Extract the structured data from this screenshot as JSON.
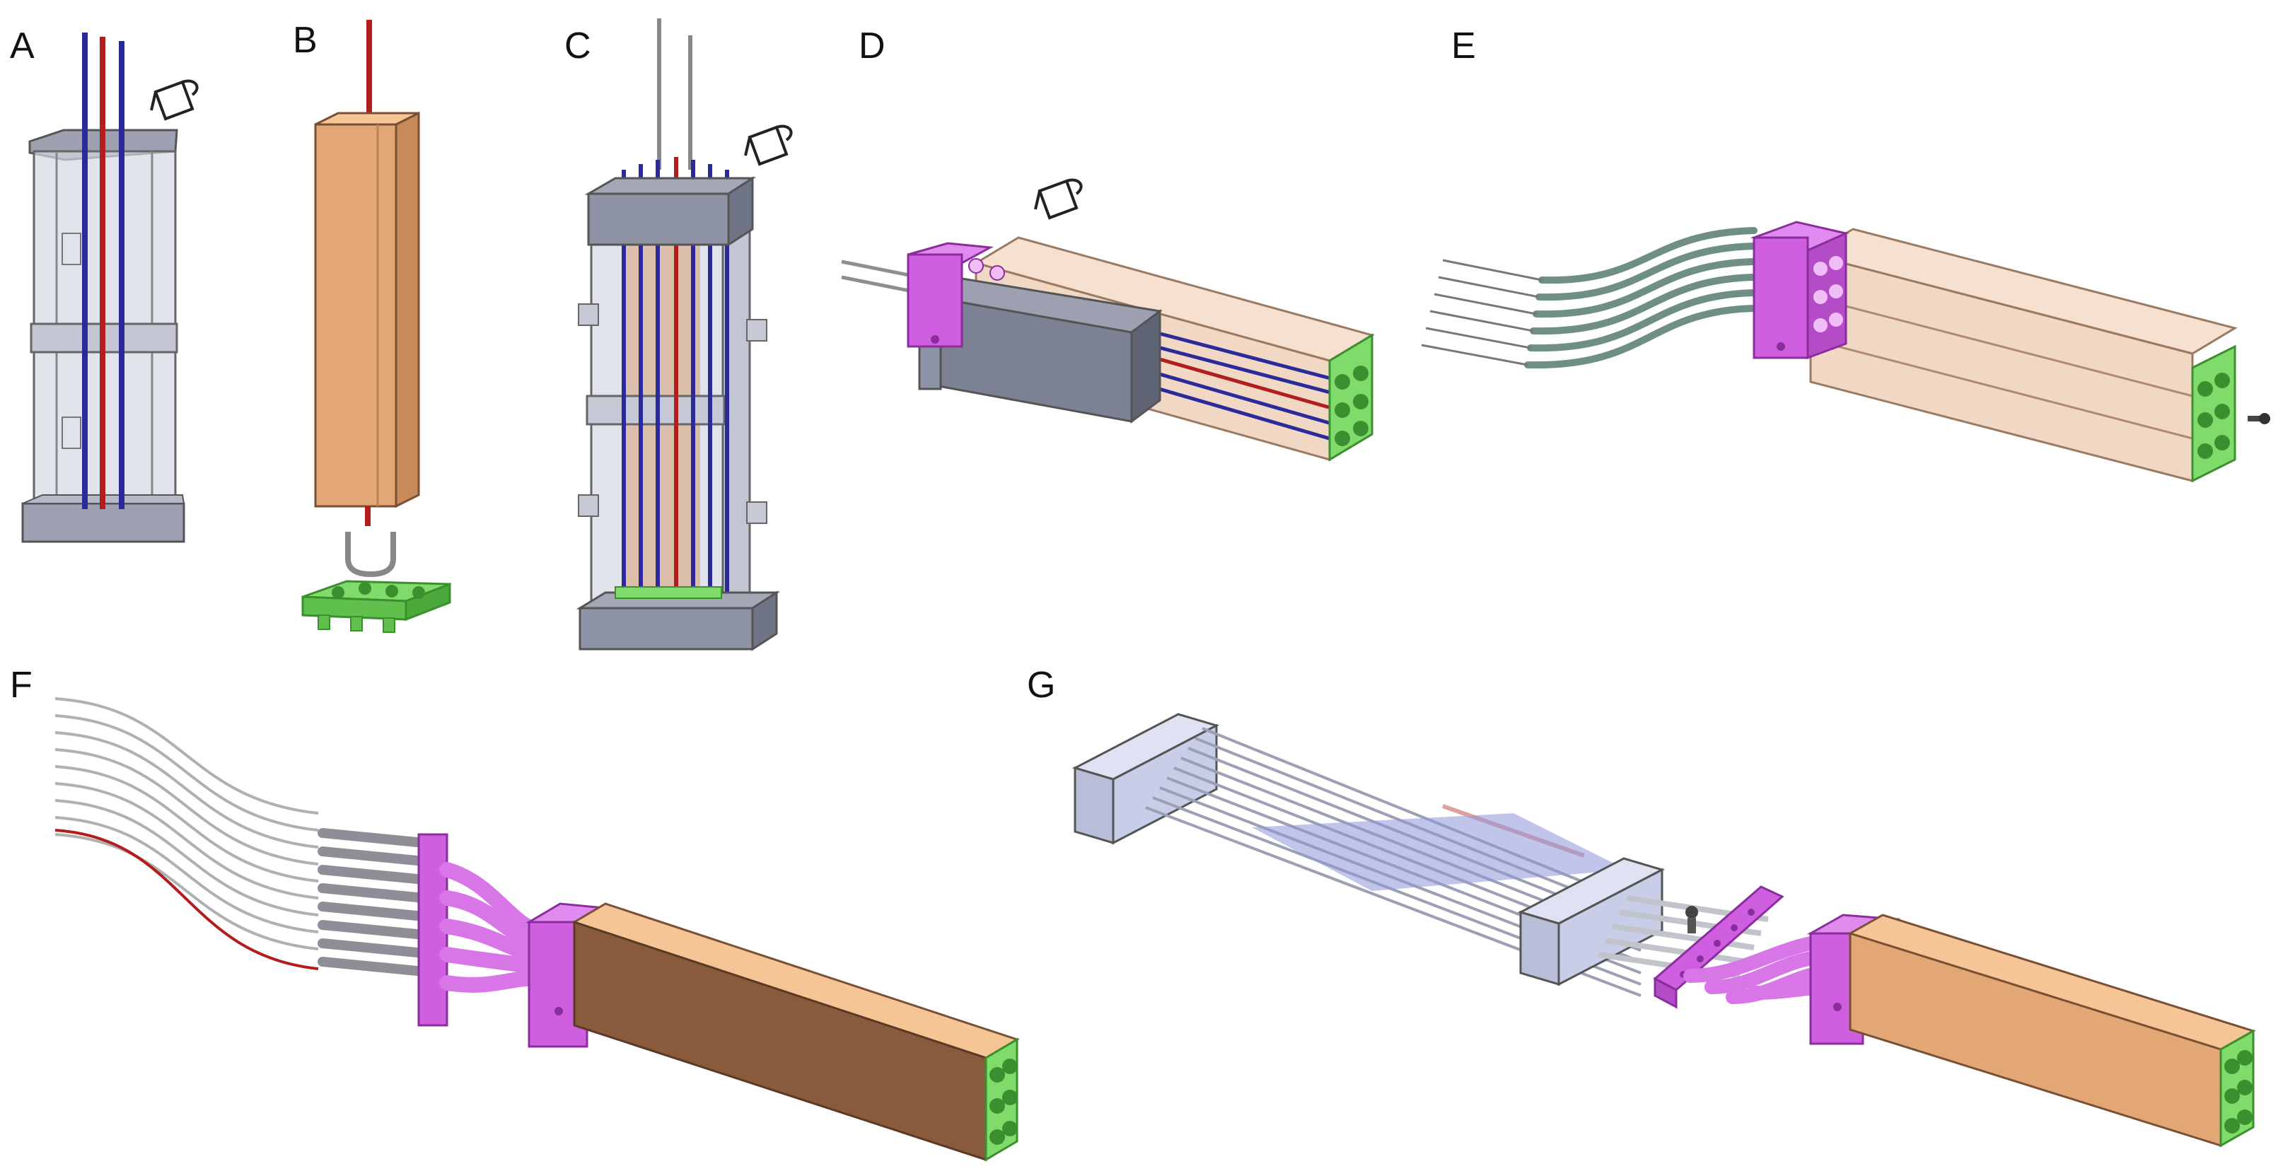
{
  "figure": {
    "colors": {
      "frame_gray": "#8e94a6",
      "frame_gray_dark": "#5f6475",
      "frame_gray_light": "#b6bac8",
      "wood": "#e3a675",
      "wood_dark": "#8a5a3c",
      "wood_light": "#f6c596",
      "magenta": "#cf5fe0",
      "magenta_dark": "#9b3bb0",
      "green": "#7fdc6a",
      "green_dark": "#3c8f2e",
      "wire_blue": "#2a2a9a",
      "wire_red": "#b21d1d",
      "tube_gray": "#7d9a93",
      "steel": "#a8aab2",
      "rail_blue": "#c8cde8"
    },
    "panels": [
      {
        "id": "A",
        "label": "A"
      },
      {
        "id": "B",
        "label": "B"
      },
      {
        "id": "C",
        "label": "C"
      },
      {
        "id": "D",
        "label": "D"
      },
      {
        "id": "E",
        "label": "E"
      },
      {
        "id": "F",
        "label": "F"
      },
      {
        "id": "G",
        "label": "G"
      }
    ],
    "icons": [
      "pour-icon",
      "u-clip-icon",
      "screw-icon"
    ]
  }
}
